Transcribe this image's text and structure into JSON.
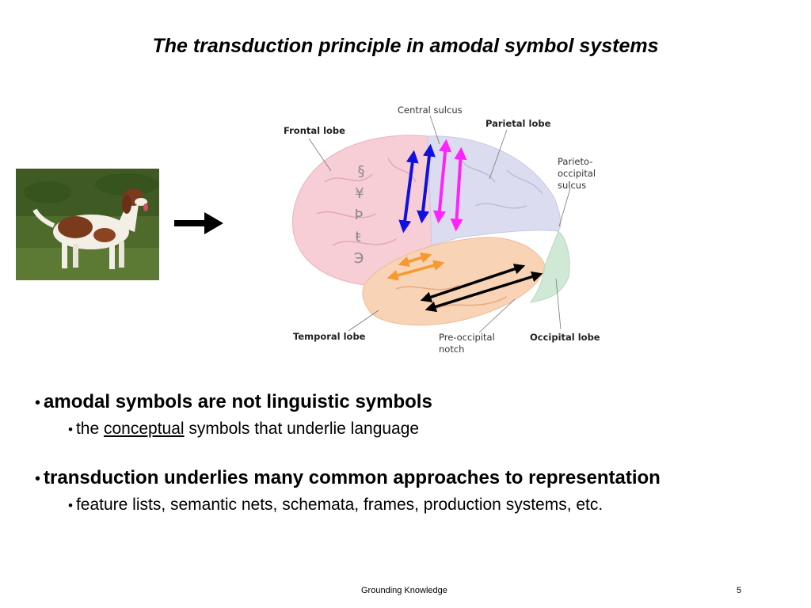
{
  "slide": {
    "title": "The transduction principle in amodal symbol systems",
    "footer_text": "Grounding Knowledge",
    "page_number": "5"
  },
  "figure": {
    "photo_icon": "dog-photo",
    "arrow_icon": "right-arrow-icon",
    "brain_labels": {
      "frontal": "Frontal lobe",
      "central": "Central sulcus",
      "parietal": "Parietal lobe",
      "parieto_1": "Parieto-",
      "parieto_2": "occipital",
      "parieto_3": "sulcus",
      "temporal": "Temporal lobe",
      "preocc_1": "Pre-occipital",
      "preocc_2": "notch",
      "occipital": "Occipital lobe"
    },
    "symbols": [
      "§",
      "¥",
      "Þ",
      "ŧ",
      "Э"
    ],
    "arrow_colors": {
      "blue": "#1010e0",
      "magenta": "#ff22ff",
      "orange": "#f59a30",
      "black": "#000000"
    }
  },
  "bullets": {
    "b1": "amodal symbols are not linguistic symbols",
    "b1_sub_pre": "the ",
    "b1_sub_u": "conceptual",
    "b1_sub_post": " symbols that underlie language",
    "b2": "transduction underlies many common approaches to representation",
    "b2_sub": "feature lists, semantic nets, schemata, frames, production systems, etc.",
    "bullet_char": "•"
  }
}
